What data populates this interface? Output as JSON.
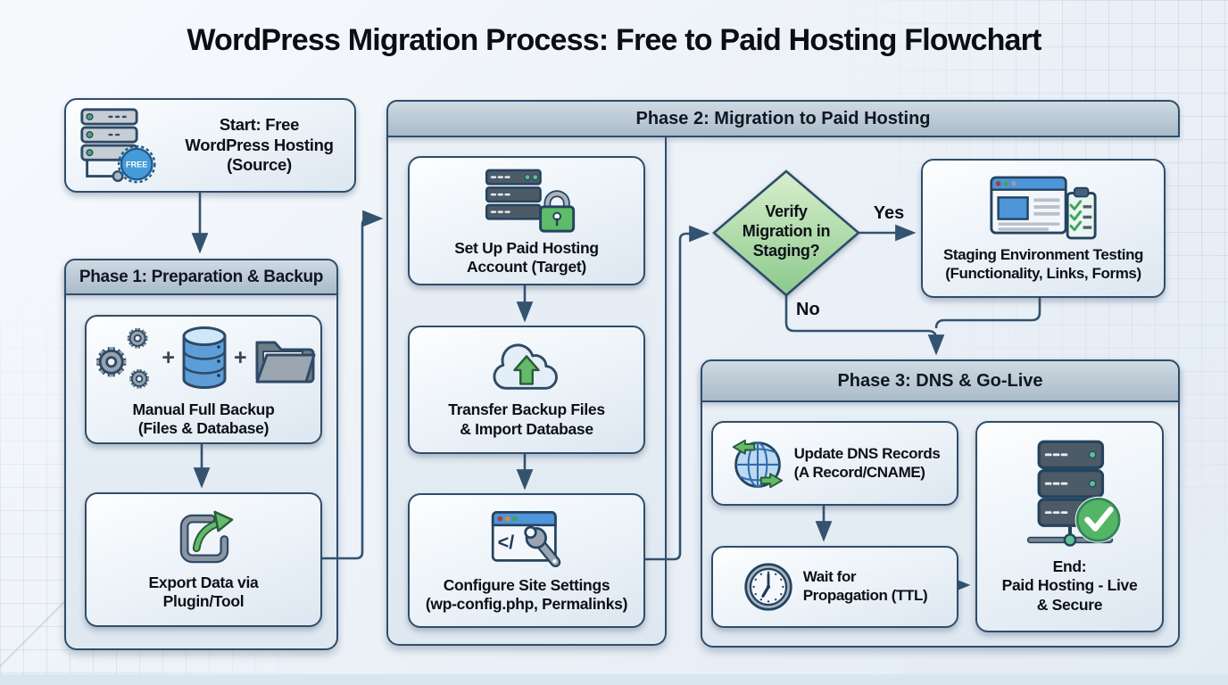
{
  "title": "WordPress Migration Process: Free to Paid Hosting Flowchart",
  "start": {
    "icon": "free-hosting-server-icon",
    "badge_text": "FREE",
    "label": "Start: Free\nWordPress Hosting\n(Source)"
  },
  "phase1": {
    "header": "Phase 1: Preparation & Backup",
    "backup": {
      "icons": [
        "gears-icon",
        "database-icon",
        "folder-icon"
      ],
      "plus": "+",
      "label": "Manual Full Backup\n(Files & Database)"
    },
    "export": {
      "icon": "export-arrow-icon",
      "label": "Export Data via\nPlugin/Tool"
    }
  },
  "phase2": {
    "header": "Phase 2: Migration to Paid Hosting",
    "setup": {
      "icon": "secure-server-lock-icon",
      "label": "Set Up Paid Hosting\nAccount (Target)"
    },
    "transfer": {
      "icon": "cloud-upload-icon",
      "label": "Transfer Backup Files\n& Import Database"
    },
    "configure": {
      "icon": "browser-wrench-icon",
      "code_glyph": "</",
      "label": "Configure Site Settings\n(wp-config.php, Permalinks)"
    },
    "decision": {
      "label": "Verify\nMigration in\nStaging?",
      "yes_label": "Yes",
      "no_label": "No"
    },
    "staging": {
      "icon": "browser-checklist-icon",
      "label": "Staging Environment Testing\n(Functionality, Links, Forms)"
    }
  },
  "phase3": {
    "header": "Phase 3: DNS & Go-Live",
    "dns": {
      "icon": "globe-dns-icon",
      "label": "Update DNS Records\n(A Record/CNAME)"
    },
    "wait": {
      "icon": "clock-icon",
      "label": "Wait for\nPropagation (TTL)"
    },
    "end": {
      "icon": "server-check-icon",
      "label": "End:\nPaid Hosting - Live\n& Secure"
    }
  },
  "colors": {
    "node_border": "#2f4d6b",
    "connector": "#33536f",
    "phase_header_fill": "#b9c7d3",
    "decision_fill": "#a8d9a0",
    "success_green": "#57b868",
    "brand_blue": "#4496d3"
  }
}
